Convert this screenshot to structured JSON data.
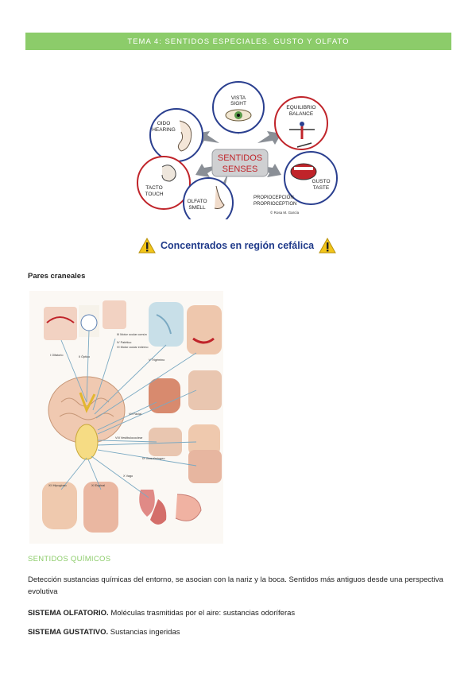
{
  "banner": {
    "title": "TEMA 4: SENTIDOS ESPECIALES. GUSTO Y OLFATO"
  },
  "senses_figure": {
    "center": [
      "SENTIDOS",
      "SENSES"
    ],
    "vista": [
      "VISTA",
      "SIGHT"
    ],
    "equilibrio": [
      "EQUILIBRIO",
      "BALANCE"
    ],
    "oido": [
      "OIDO",
      "HEARING"
    ],
    "tacto": [
      "TACTO",
      "TOUCH"
    ],
    "olfato": [
      "OLFATO",
      "SMELL"
    ],
    "gusto": [
      "GUSTO",
      "TASTE"
    ],
    "propio": [
      "PROPIOCEPCIÓN",
      "PROPRIOCEPTION"
    ],
    "credit": "© Rosa M. García",
    "colors": {
      "blue_ring": "#2a3f8f",
      "red_ring": "#c0242a",
      "arrow": "#8a8f96",
      "center": "#cfd0d2"
    }
  },
  "caption": {
    "text": "Concentrados en región cefálica",
    "icon": "warning-icon"
  },
  "pares": {
    "title": "Pares craneales"
  },
  "nerves_figure": {
    "labels": [
      "I Olfatorio",
      "II Óptico",
      "III Motor ocular común",
      "IV Patético",
      "VI Motor ocular externo",
      "V Trigémino",
      "VII Facial",
      "VIII Vestibulococlear",
      "IX Glosofaríngeo",
      "X Vago",
      "XI Espinal",
      "XII Hipogloso"
    ]
  },
  "section": {
    "title": "SENTIDOS QUÍMICOS"
  },
  "body": {
    "p1": "Detección sustancias químicas del entorno, se asocian con la nariz y la boca. Sentidos más antiguos desde una perspectiva evolutiva",
    "p2_bold": "SISTEMA OLFATORIO.",
    "p2_rest": " Moléculas trasmitidas por el aire: sustancias odoríferas",
    "p3_bold": "SISTEMA GUSTATIVO.",
    "p3_rest": " Sustancias ingeridas"
  }
}
